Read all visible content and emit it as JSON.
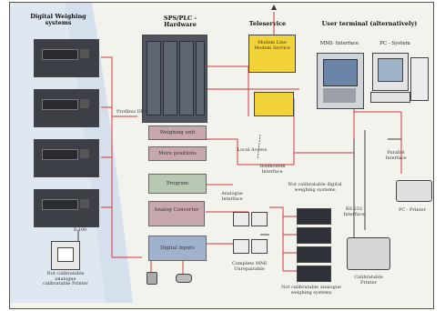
{
  "labels": {
    "digital_weighing": "Digital Weighing systems",
    "sps_plc": "SPS/PLC - Hardware",
    "teleservice": "Teleservice",
    "user_terminal": "User terminal (alternatively)",
    "mmi_interface": "MMI- Interface",
    "pc_system": "PC - System",
    "profibus_dp": "Profibus DP",
    "weighing_unit": "Weighing unit",
    "more_positions": "More positions",
    "program": "Program",
    "analog_converter": "Analog Converter",
    "digital_inputs": "Digital inputs",
    "analogue_interface": "Analogue Interface",
    "telemodem_interface": "Telemodem Interface",
    "not_calibratable_digital": "Not calibratable digital weighing systems",
    "parallel_interface": "Parallel Interface",
    "pc_printer": "PC - Printer",
    "rs232_interface": "RS 232 Interface",
    "not_calibratable_analog": "Not calibratable analogue weighing systems",
    "complete_mmi": "Complete MMI Unrepairable",
    "calibratable_printer": "Calibratable Printer",
    "not_calibratable_analogue_left": "Not calibratable analogue calibratable Printer",
    "x_label": "X-100",
    "local_access": "Local Access",
    "modem_text": "Modem Line Modem Service"
  },
  "colors": {
    "wire_red": "#d23a3a",
    "wire_dark": "#3c3c3c",
    "plc_block": "#c8a8ae",
    "plc_block_edge": "#9a6a74",
    "green_block": "#b9c8b2",
    "blue_block": "#9fb1cc",
    "modem_yellow": "#f2d33a"
  }
}
